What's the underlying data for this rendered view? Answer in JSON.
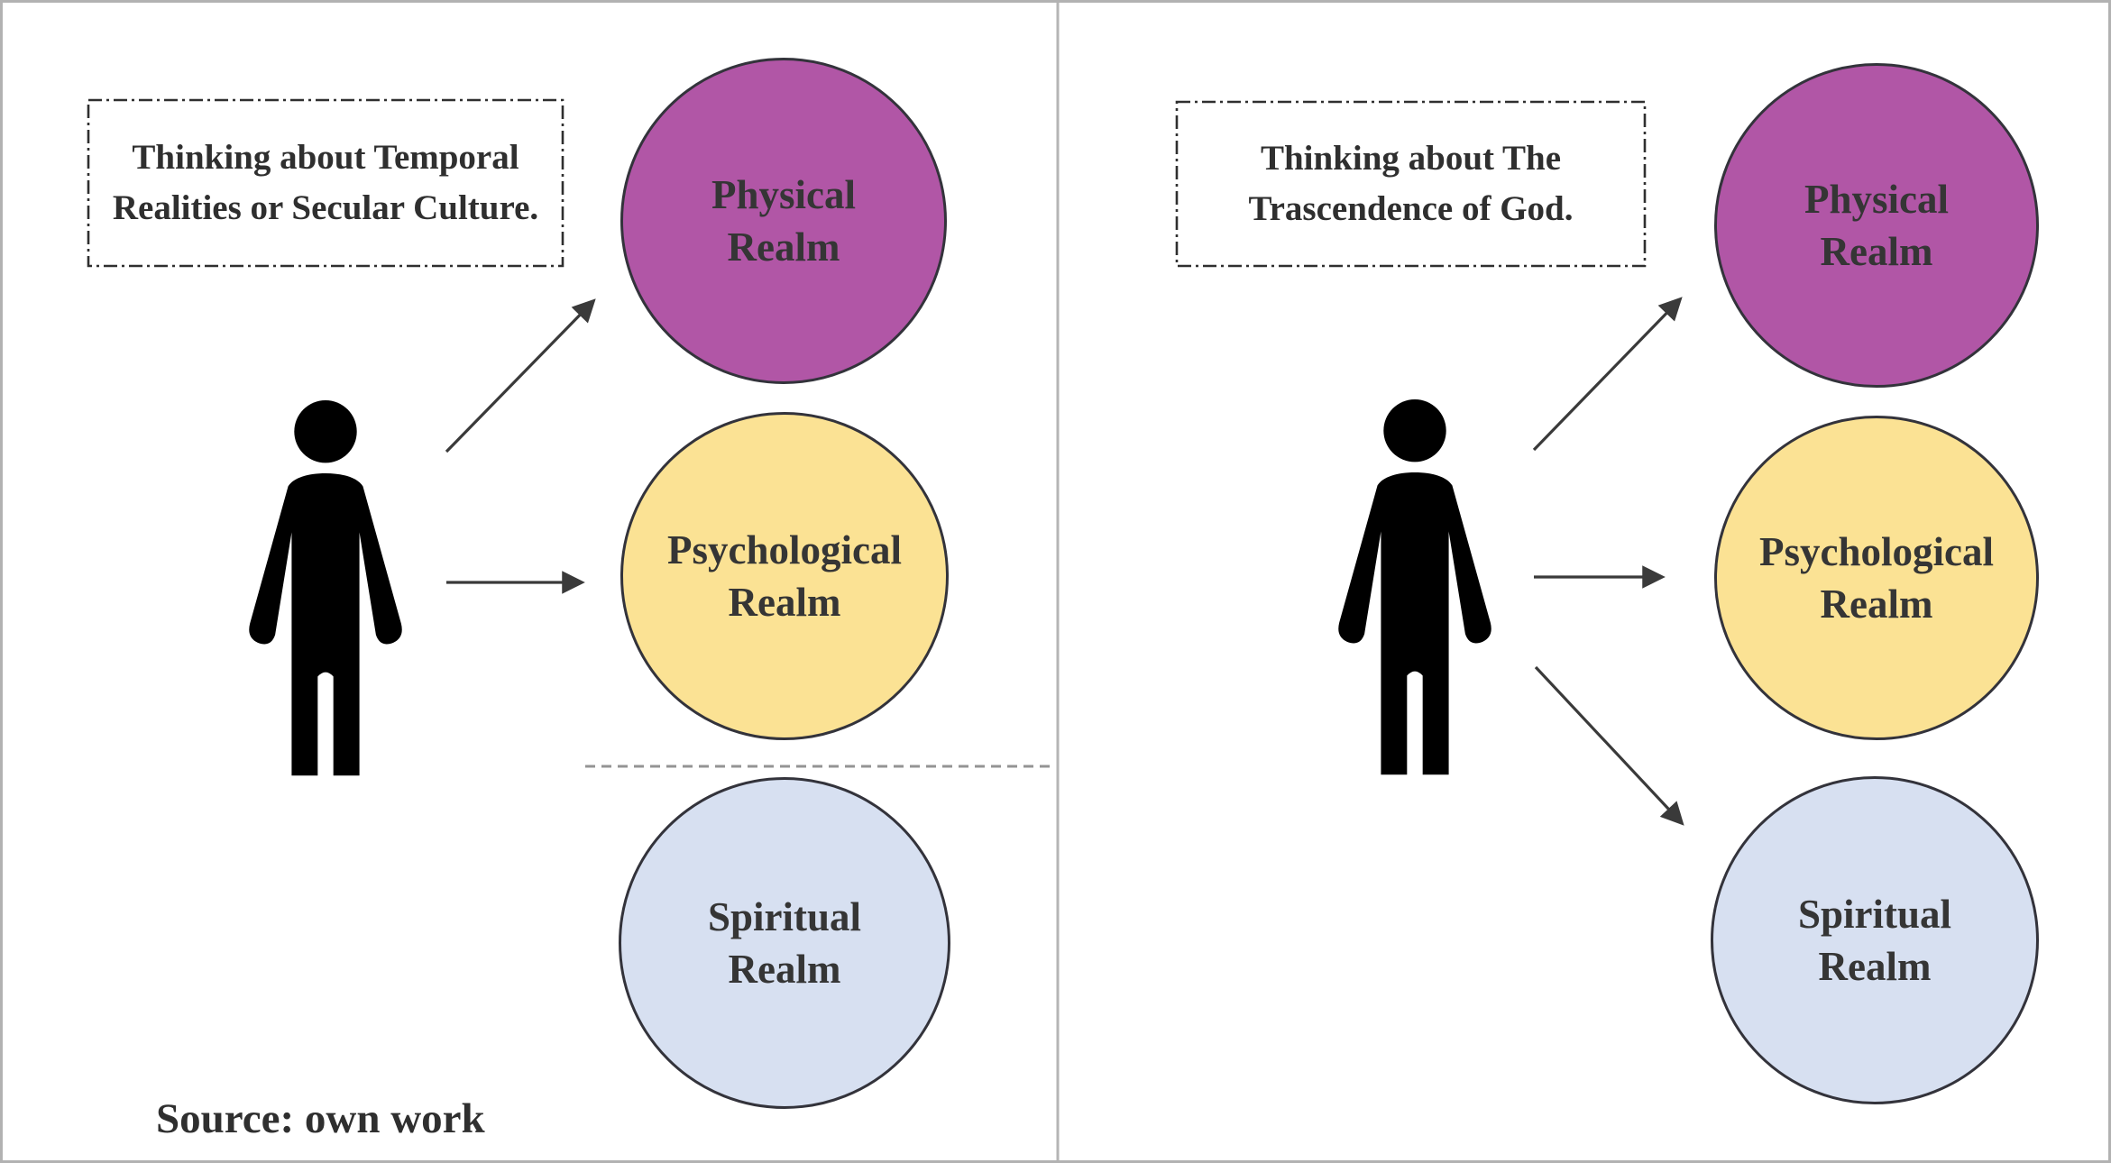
{
  "colors": {
    "background": "#ffffff",
    "canvas_border": "#b2b2b2",
    "panel_divider": "#b5b5b5",
    "separator_dash": "#949494",
    "physical_fill": "#b156a6",
    "psychological_fill": "#fbe294",
    "spiritual_fill": "#d7e0f1",
    "circle_outline": "#33333b",
    "label_text": "#353535",
    "heading_text": "#2f2f2f",
    "arrow": "#3a3a3a",
    "person": "#000000"
  },
  "realms": {
    "physical": {
      "line1": "Physical",
      "line2": "Realm"
    },
    "psychological": {
      "line1": "Psychological",
      "line2": "Realm"
    },
    "spiritual": {
      "line1": "Spiritual",
      "line2": "Realm"
    }
  },
  "left_panel": {
    "thought_line1": "Thinking about Temporal",
    "thought_line2": "Realities or Secular Culture.",
    "source_note": "Source: own work"
  },
  "right_panel": {
    "thought_line1": "Thinking about The",
    "thought_line2": "Trascendence of God."
  }
}
